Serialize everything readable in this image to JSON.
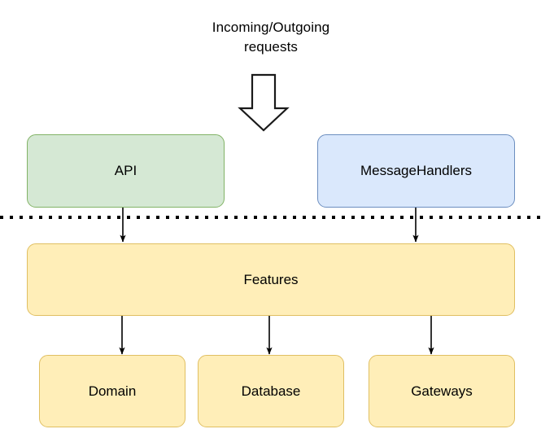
{
  "diagram": {
    "title_note": "Incoming/Outgoing\nrequests",
    "colors": {
      "api_fill": "#d5e8d4",
      "api_stroke": "#82b366",
      "handlers_fill": "#dae8fc",
      "handlers_stroke": "#6c8ebf",
      "feature_fill": "#ffeeb8",
      "feature_stroke": "#e0bf62",
      "line": "#000000",
      "text": "#000000"
    },
    "block_arrow": {
      "name": "incoming-outgoing-arrow",
      "direction": "down"
    },
    "boundary": {
      "name": "layer-boundary",
      "style": "dotted"
    },
    "nodes": {
      "api": "API",
      "handlers": "MessageHandlers",
      "features": "Features",
      "domain": "Domain",
      "database": "Database",
      "gateways": "Gateways"
    },
    "edges": [
      {
        "from": "API",
        "to": "Features"
      },
      {
        "from": "MessageHandlers",
        "to": "Features"
      },
      {
        "from": "Features",
        "to": "Domain"
      },
      {
        "from": "Features",
        "to": "Database"
      },
      {
        "from": "Features",
        "to": "Gateways"
      }
    ]
  }
}
